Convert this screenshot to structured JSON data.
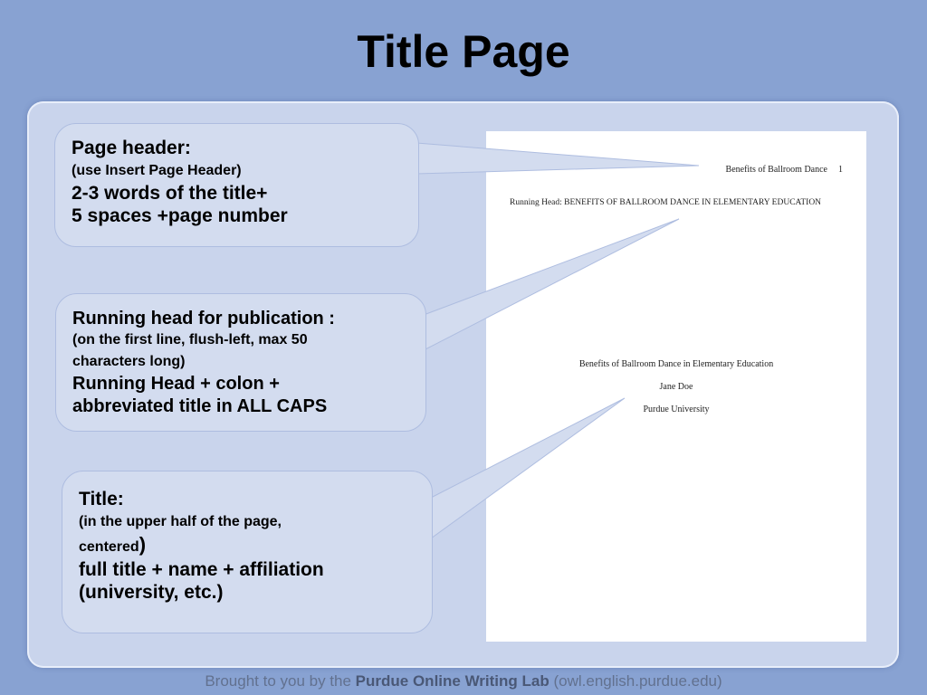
{
  "slide": {
    "title": "Title Page"
  },
  "callouts": {
    "header": {
      "heading": "Page header:",
      "note": "(use Insert Page Header)",
      "line1": "2-3 words of the title+",
      "line2": "5 spaces +page number"
    },
    "running": {
      "heading": "Running head for publication :",
      "note1": "(on the first line, flush-left, max 50",
      "note2": "characters long)",
      "line1": "Running Head + colon +",
      "line2": "abbreviated title in ALL CAPS"
    },
    "title": {
      "heading": "Title:",
      "note1": "(in the upper half of the page,",
      "note2": "centered",
      "note2_paren": ")",
      "line1": "full title + name + affiliation",
      "line2": "(university, etc.)"
    }
  },
  "document": {
    "header_title": "Benefits of Ballroom Dance",
    "page_number": "1",
    "running_head": "Running Head: BENEFITS OF BALLROOM DANCE IN ELEMENTARY EDUCATION",
    "full_title": "Benefits of Ballroom Dance in Elementary Education",
    "author": "Jane Doe",
    "affiliation": "Purdue University"
  },
  "footer": {
    "prefix": "Brought to you by the",
    "brand": "Purdue Online Writing Lab",
    "url": "(owl.english.purdue.edu)"
  },
  "colors": {
    "background": "#88a2d2",
    "panel": "#c9d4ec",
    "callout": "#d3dcef",
    "footer_text": "#62718f"
  }
}
